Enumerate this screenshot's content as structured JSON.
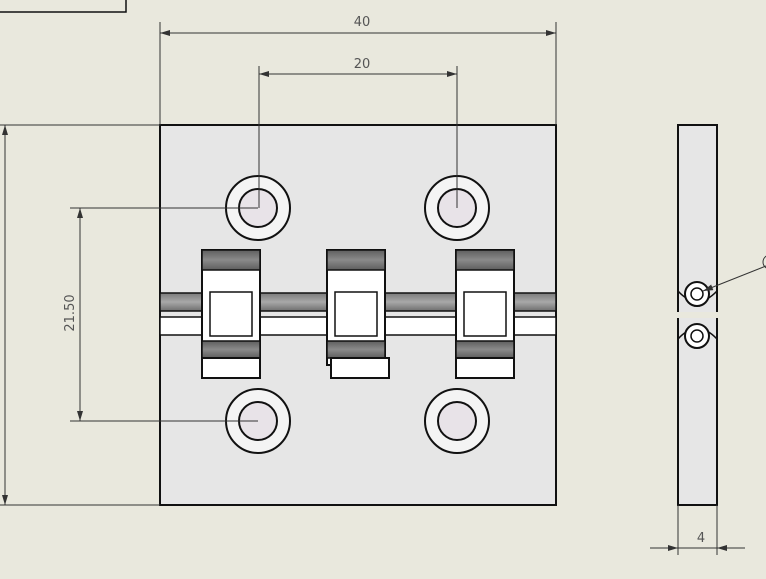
{
  "drawing": {
    "dimensions": {
      "overall_width": "40",
      "hole_spacing": "20",
      "vertical_hole_spacing": "21.50",
      "side_thickness": "4"
    },
    "colors": {
      "background": "#e9e8dd",
      "plate_fill": "#e6e6e6",
      "outline": "#111111",
      "dimension_line": "#333333",
      "knuckle_shade": "#707070",
      "hole_ring": "#f4f4f4",
      "hole_inner": "#e8e3e8"
    }
  }
}
